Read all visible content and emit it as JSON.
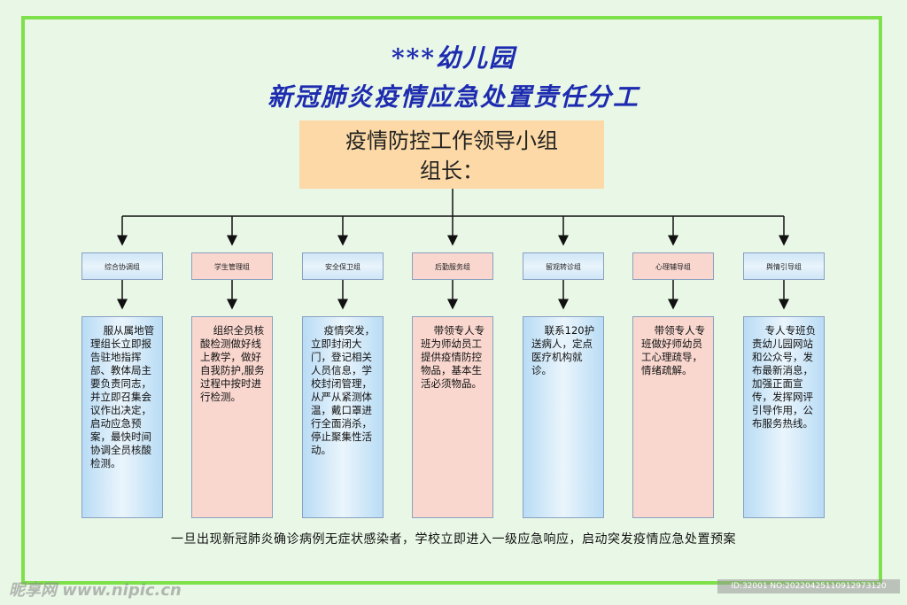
{
  "title": {
    "line1": "***幼儿园",
    "line2": "新冠肺炎疫情应急处置责任分工"
  },
  "leader": {
    "line1": "疫情防控工作领导小组",
    "line2": "组长："
  },
  "groups": [
    {
      "name": "综合协调组",
      "duty": "    服从属地管理组长立即报告驻地指挥部、教体局主要负责同志，并立即召集会议作出决定，启动应急预案，最快时间协调全员核酸检测。"
    },
    {
      "name": "学生管理组",
      "duty": "    组织全员核酸检测做好线上教学，做好自我防护,服务过程中按时进行检测。"
    },
    {
      "name": "安全保卫组",
      "duty": "    疫情突发，立即封闭大门，登记相关人员信息，学校封闭管理，从严从紧测体温，戴口罩进行全面消杀，停止聚集性活动。"
    },
    {
      "name": "后勤服务组",
      "duty": "    带领专人专班为师幼员工提供疫情防控物品，基本生活必须物品。"
    },
    {
      "name": "留观转诊组",
      "duty": "    联系120护送病人，定点医疗机构就诊。"
    },
    {
      "name": "心理辅导组",
      "duty": "    带领专人专班做好师幼员工心理疏导，情绪疏解。"
    },
    {
      "name": "舆情引导组",
      "duty": "    专人专班负责幼儿园网站和公众号，发布最新消息，加强正面宣传，发挥网评引导作用，公布服务热线。"
    }
  ],
  "footer": "一旦出现新冠肺炎确诊病例无症状感染者，学校立即进入一级应急响应，启动突发疫情应急处置预案",
  "watermark": {
    "left": "昵享网 www.nipic.cn",
    "right": "ID:32001 NO:20220425110912973120"
  },
  "colors": {
    "title": "#1d2bb0",
    "frame": "#7ee04a",
    "leader_bg": "#fcd9a6",
    "pink": "#f9d7cf",
    "blue": "#cfe6f7"
  }
}
